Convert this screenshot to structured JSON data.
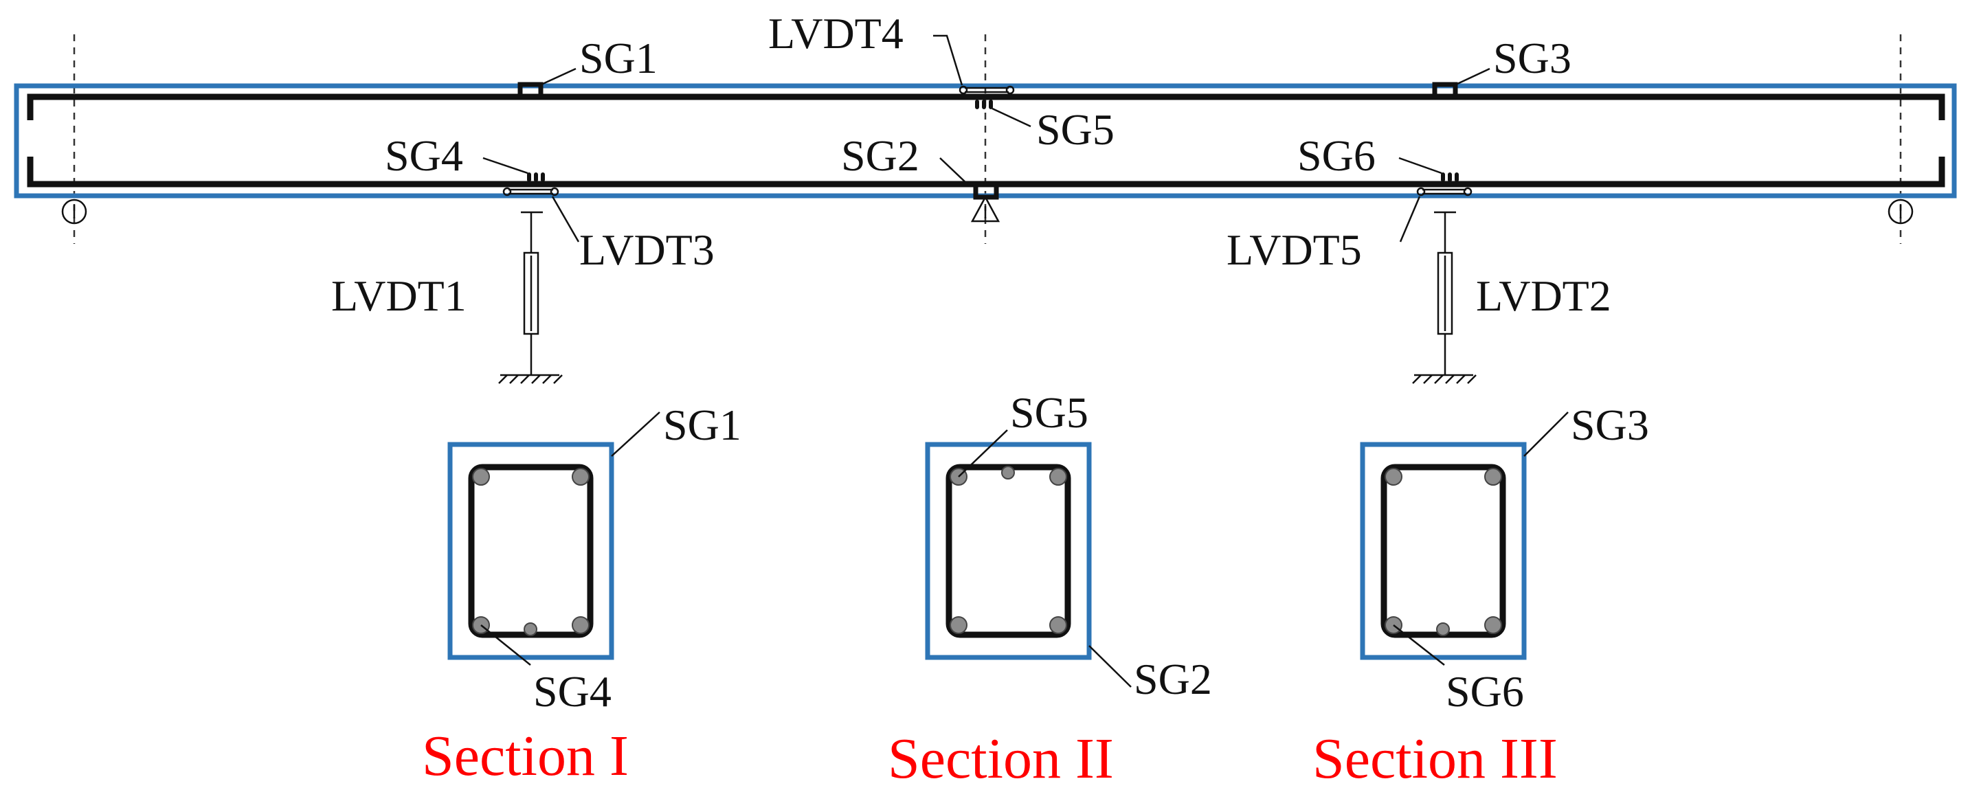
{
  "labels": {
    "sg1": "SG1",
    "sg2": "SG2",
    "sg3": "SG3",
    "sg4": "SG4",
    "sg5": "SG5",
    "sg6": "SG6",
    "lvdt1": "LVDT1",
    "lvdt2": "LVDT2",
    "lvdt3": "LVDT3",
    "lvdt4": "LVDT4",
    "lvdt5": "LVDT5"
  },
  "sections": [
    {
      "title": "Section I",
      "top_label": "SG1",
      "bottom_label": "SG4"
    },
    {
      "title": "Section II",
      "top_label": "SG5",
      "bottom_label": "SG2"
    },
    {
      "title": "Section III",
      "top_label": "SG3",
      "bottom_label": "SG6"
    }
  ],
  "colors": {
    "concrete_outline": "#2e75b6",
    "section_title": "#ff0000",
    "rebar": "#111111",
    "rebar_bar": "#8c8c8c"
  }
}
